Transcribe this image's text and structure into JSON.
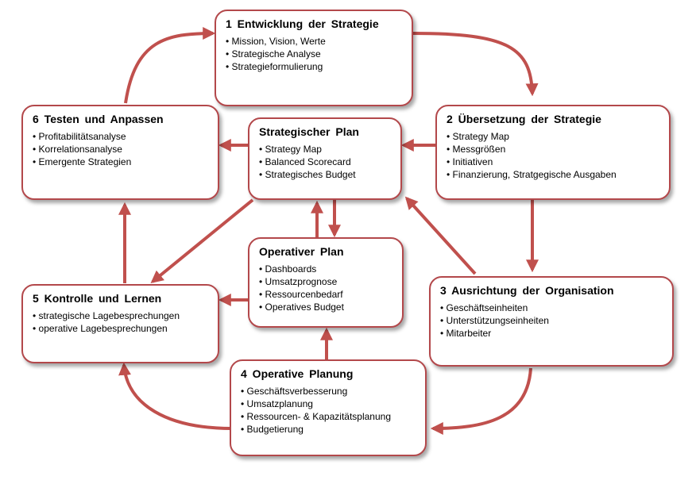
{
  "colors": {
    "border": "#b3484b",
    "arrow": "#c0504d"
  },
  "boxes": {
    "entwicklung": {
      "title": "1 Entwicklung der Strategie",
      "items": [
        "Mission, Vision, Werte",
        "Strategische Analyse",
        "Strategieformulierung"
      ]
    },
    "uebersetzung": {
      "title": "2 Übersetzung der Strategie",
      "items": [
        "Strategy Map",
        "Messgrößen",
        "Initiativen",
        "Finanzierung, Stratgegische Ausgaben"
      ]
    },
    "ausrichtung": {
      "title": "3 Ausrichtung der Organisation",
      "items": [
        "Geschäftseinheiten",
        "Unterstützungseinheiten",
        "Mitarbeiter"
      ]
    },
    "operative_planung": {
      "title": "4 Operative Planung",
      "items": [
        "Geschäftsverbesserung",
        "Umsatzplanung",
        "Ressourcen- & Kapazitätsplanung",
        "Budgetierung"
      ]
    },
    "kontrolle": {
      "title": "5 Kontrolle und Lernen",
      "items": [
        "strategische Lagebesprechungen",
        "operative Lagebesprechungen"
      ]
    },
    "testen": {
      "title": "6 Testen und Anpassen",
      "items": [
        "Profitabilitätsanalyse",
        "Korrelationsanalyse",
        "Emergente Strategien"
      ]
    },
    "strategischer_plan": {
      "title": "Strategischer Plan",
      "items": [
        "Strategy Map",
        "Balanced Scorecard",
        "Strategisches Budget"
      ]
    },
    "operativer_plan": {
      "title": "Operativer Plan",
      "items": [
        "Dashboards",
        "Umsatzprognose",
        "Ressourcenbedarf",
        "Operatives Budget"
      ]
    }
  }
}
